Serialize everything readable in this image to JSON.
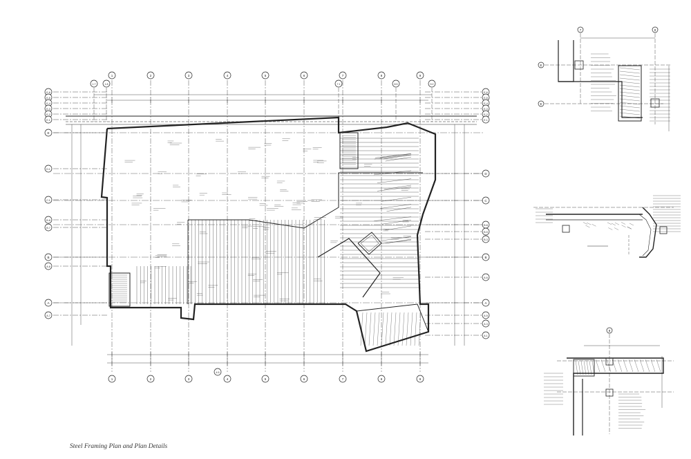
{
  "caption": "Steel Framing Plan and Plan Details",
  "colors": {
    "ink": "#222222",
    "paper": "#ffffff",
    "caption": "#333333"
  },
  "plan": {
    "grid_columns": [
      "1",
      "2",
      "3",
      "4",
      "5",
      "6",
      "7",
      "8",
      "9"
    ],
    "top_extra_grids": [
      "1.7",
      "1.8",
      "7.1",
      "8.5",
      "9.2"
    ],
    "bottom_extra_grid": "4.5",
    "left_rows": [
      "E.6",
      "E.5",
      "E.4",
      "E.3",
      "E.2",
      "E.1",
      "E",
      "D.1",
      "C.1",
      "B.8",
      "B.7",
      "B",
      "A.6",
      "A",
      "A.7"
    ],
    "right_rows": [
      "E.6",
      "E.5",
      "E.4",
      "E.3",
      "E.2",
      "E.1",
      "D",
      "C",
      "B.8",
      "B.5",
      "B.3",
      "B",
      "A.6",
      "A",
      "A.5",
      "A.3",
      "A.1"
    ]
  },
  "details": {
    "detail_1_grids": [
      "7",
      "8"
    ],
    "detail_1_rows": [
      "E",
      "E"
    ],
    "detail_3_grid": "8"
  }
}
